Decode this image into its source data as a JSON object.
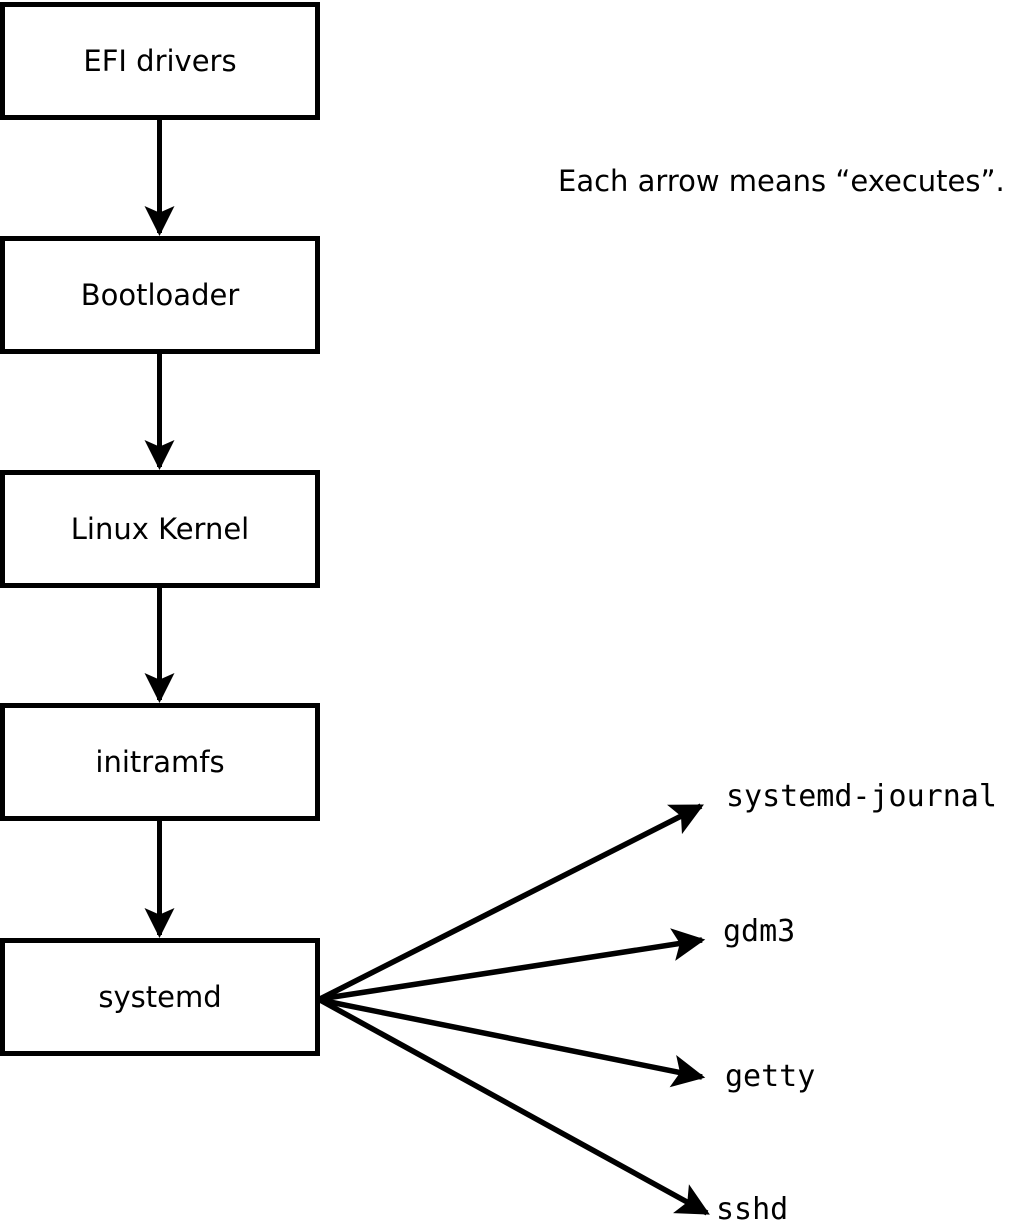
{
  "diagram": {
    "annotation": "Each arrow means “executes”.",
    "nodes": [
      {
        "id": "efi-drivers",
        "label": "EFI drivers"
      },
      {
        "id": "bootloader",
        "label": "Bootloader"
      },
      {
        "id": "linux-kernel",
        "label": "Linux Kernel"
      },
      {
        "id": "initramfs",
        "label": "initramfs"
      },
      {
        "id": "systemd",
        "label": "systemd"
      }
    ],
    "spawned_processes": [
      {
        "id": "systemd-journal",
        "label": "systemd-journal"
      },
      {
        "id": "gdm3",
        "label": "gdm3"
      },
      {
        "id": "getty",
        "label": "getty"
      },
      {
        "id": "sshd",
        "label": "sshd"
      }
    ],
    "colors": {
      "line": "#000000",
      "background": "#ffffff"
    }
  }
}
